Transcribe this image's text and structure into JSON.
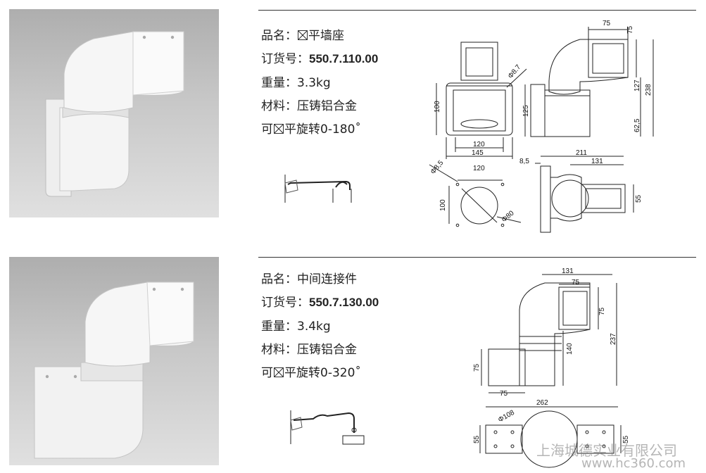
{
  "products": [
    {
      "name_label": "品名：",
      "name_prefix": "",
      "name_suffix": "平墙座",
      "order_label": "订货号：",
      "order_value": "550.7.110.00",
      "weight_label": "重量：",
      "weight_value": "3.3kg",
      "material_label": "材料：",
      "material_value": "压铸铝合金",
      "rotation_prefix": "可",
      "rotation_suffix": "平旋转0-180˚",
      "dims": {
        "d1": "75",
        "d2": "75",
        "d3": "Φ8.7",
        "d4": "127",
        "d5": "238",
        "d6": "100",
        "d7": "125",
        "d8": "62,5",
        "d9": "120",
        "d10": "145",
        "d11": "211",
        "d12": "8,5",
        "d13": "131",
        "d14": "120",
        "d15": "Φ8,5",
        "d16": "55",
        "d17": "100",
        "d18": "Φ80"
      }
    },
    {
      "name_label": "品名：",
      "name_prefix": "中间连接件",
      "name_suffix": "",
      "order_label": "订货号：",
      "order_value": "550.7.130.00",
      "weight_label": "重量：",
      "weight_value": "3.4kg",
      "material_label": "材料：",
      "material_value": "压铸铝合金",
      "rotation_prefix": "可",
      "rotation_suffix": "平旋转0-320˚",
      "dims": {
        "d1": "131",
        "d2": "75",
        "d3": "75",
        "d4": "237",
        "d5": "140",
        "d6": "75",
        "d7": "75",
        "d8": "262",
        "d9": "Φ108",
        "d10": "55",
        "d11": "55"
      }
    }
  ],
  "watermark": {
    "company": "上海城德实业有限公司",
    "url": "www.hc360.com"
  },
  "colors": {
    "photo_bg": "#c4c4c4",
    "part": "#f2f2f2",
    "line": "#222222"
  }
}
